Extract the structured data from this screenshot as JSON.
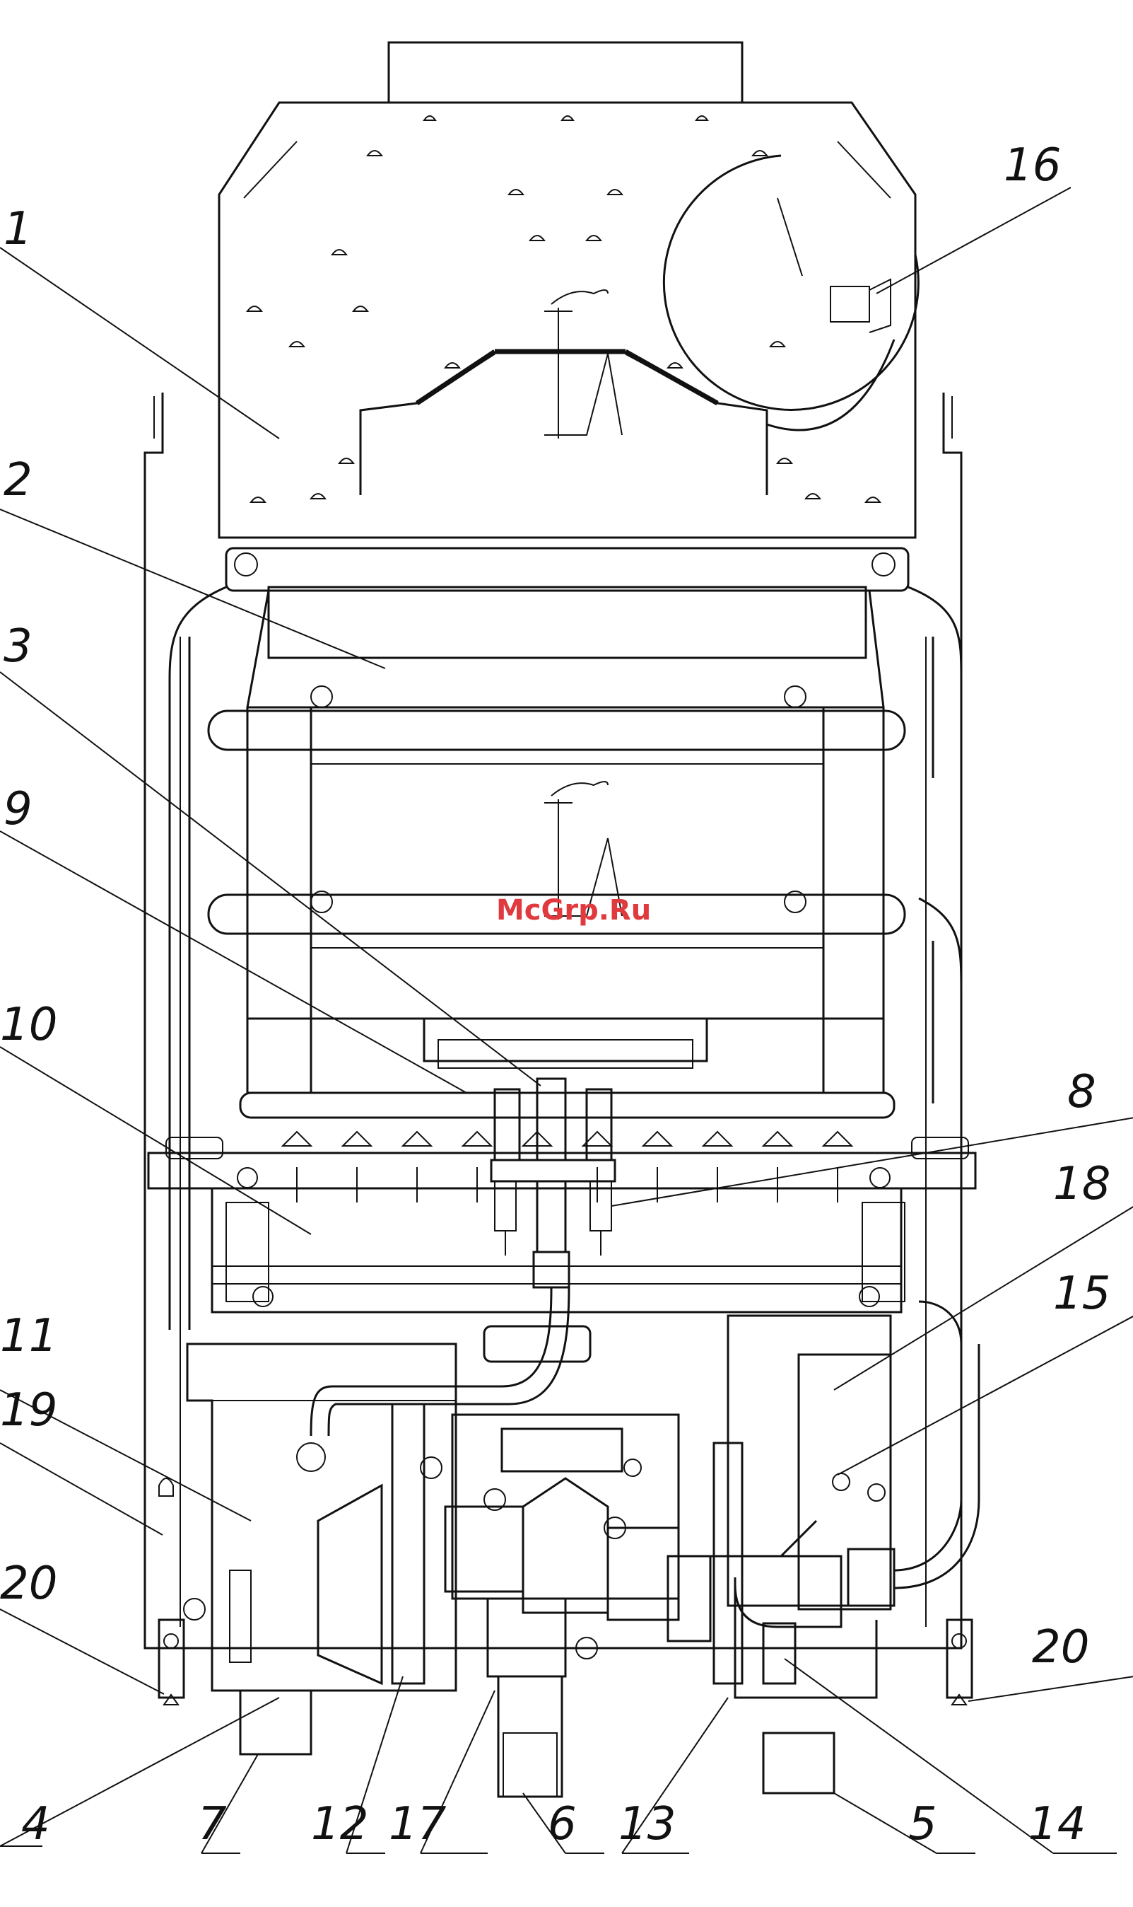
{
  "watermark": "McGrp.Ru",
  "callouts": [
    {
      "id": "c1",
      "text": "1"
    },
    {
      "id": "c2",
      "text": "2"
    },
    {
      "id": "c3",
      "text": "3"
    },
    {
      "id": "c9",
      "text": "9"
    },
    {
      "id": "c10",
      "text": "10"
    },
    {
      "id": "c11",
      "text": "11"
    },
    {
      "id": "c19",
      "text": "19"
    },
    {
      "id": "c20l",
      "text": "20"
    },
    {
      "id": "c16",
      "text": "16"
    },
    {
      "id": "c8",
      "text": "8"
    },
    {
      "id": "c18",
      "text": "18"
    },
    {
      "id": "c15",
      "text": "15"
    },
    {
      "id": "c20r",
      "text": "20"
    },
    {
      "id": "c4",
      "text": "4"
    },
    {
      "id": "c7",
      "text": "7"
    },
    {
      "id": "c12",
      "text": "12"
    },
    {
      "id": "c17",
      "text": "17"
    },
    {
      "id": "c6",
      "text": "6"
    },
    {
      "id": "c13",
      "text": "13"
    },
    {
      "id": "c5",
      "text": "5"
    },
    {
      "id": "c14",
      "text": "14"
    }
  ],
  "colors": {
    "line": "#111111",
    "watermark": "#e0393e",
    "background": "#ffffff"
  }
}
